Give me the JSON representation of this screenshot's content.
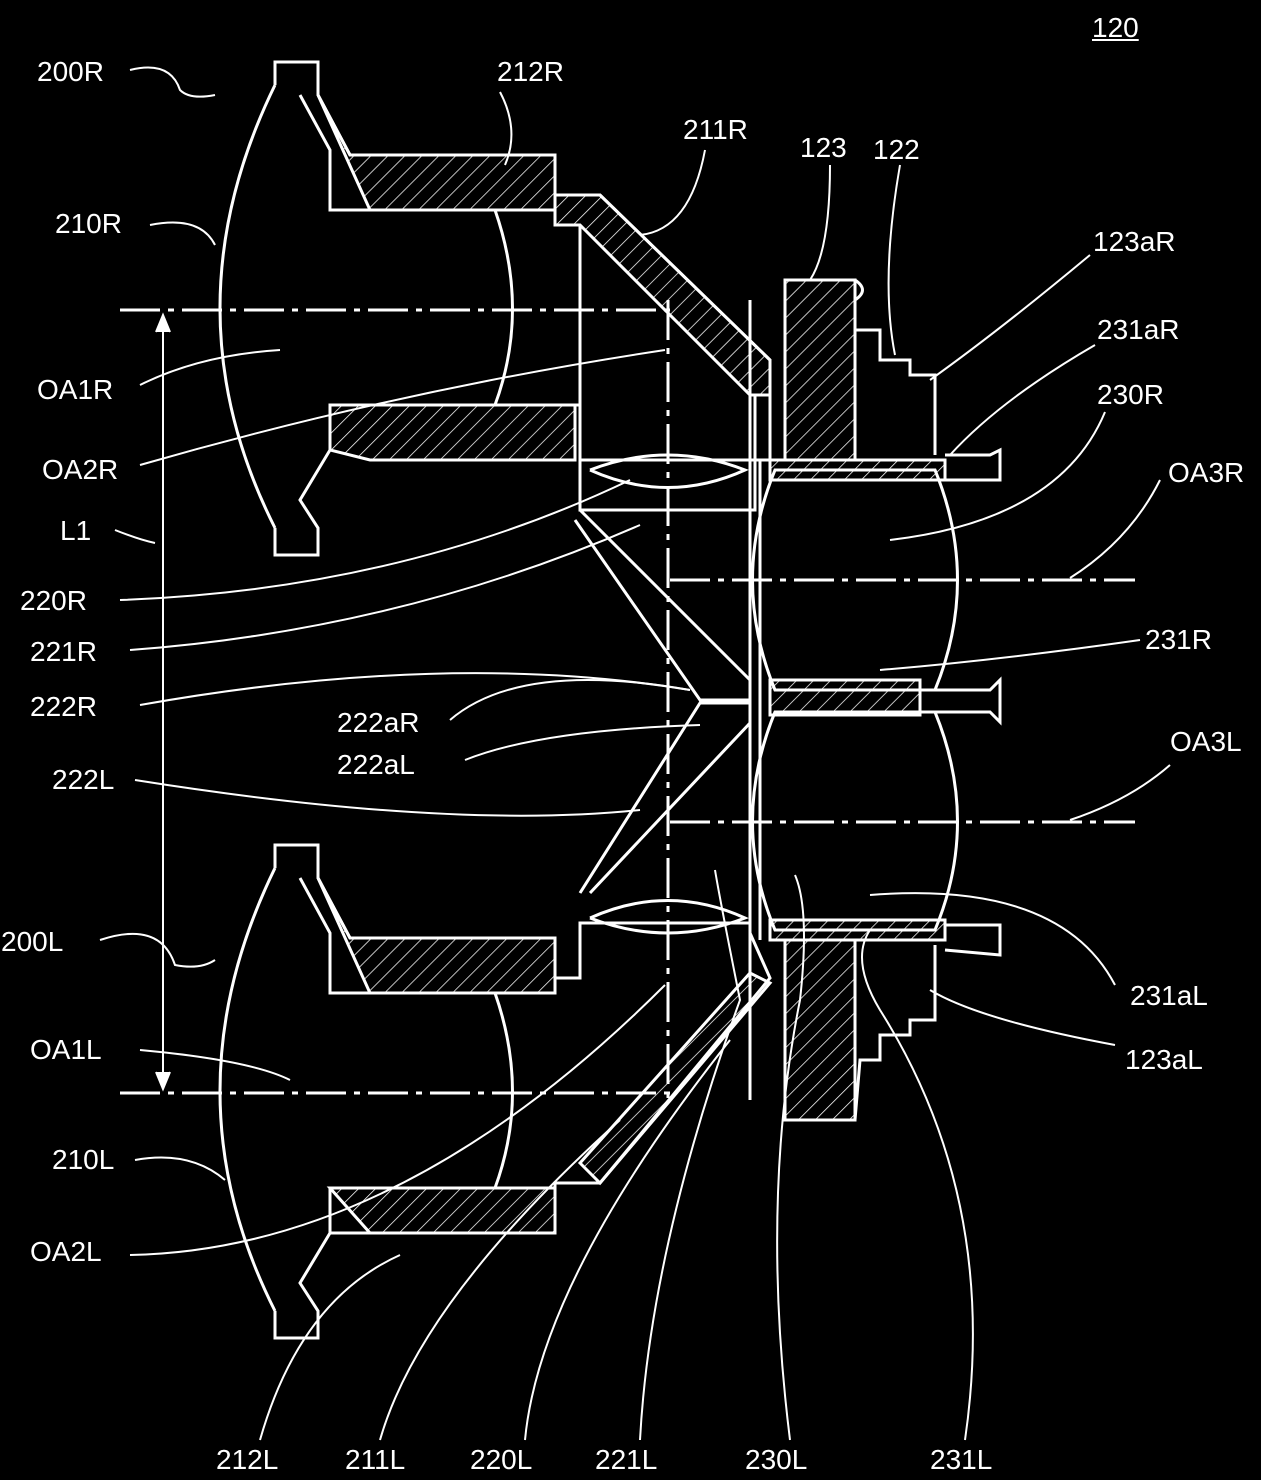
{
  "figure_ref": "120",
  "labels": {
    "l200R": "200R",
    "l212R": "212R",
    "l211R": "211R",
    "l123": "123",
    "l122": "122",
    "l123aR": "123aR",
    "l210R": "210R",
    "l231aR": "231aR",
    "lOA1R": "OA1R",
    "l230R": "230R",
    "lOA2R": "OA2R",
    "lOA3R": "OA3R",
    "lL1": "L1",
    "l220R": "220R",
    "l221R": "221R",
    "l231R": "231R",
    "l222R": "222R",
    "l222aR": "222aR",
    "l222aL": "222aL",
    "lOA3L": "OA3L",
    "l222L": "222L",
    "l200L": "200L",
    "l231aL": "231aL",
    "l123aL": "123aL",
    "lOA1L": "OA1L",
    "l210L": "210L",
    "lOA2L": "OA2L",
    "l212L": "212L",
    "l211L": "211L",
    "l220L": "220L",
    "l221L": "221L",
    "l230L": "230L",
    "l231L": "231L"
  },
  "colors": {
    "background": "#000000",
    "line": "#ffffff"
  }
}
